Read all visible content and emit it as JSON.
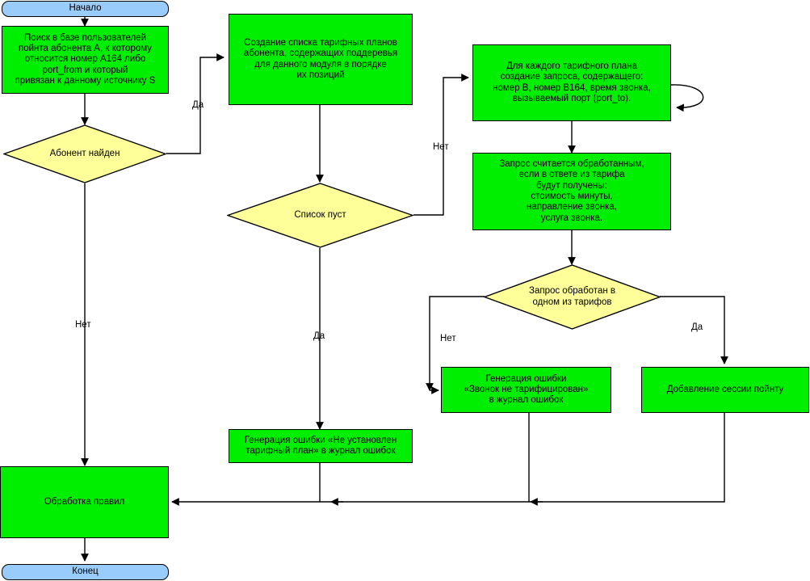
{
  "diagram": {
    "title": "Flowchart: call tariffication processing",
    "colors": {
      "process_fill": "#00ee00",
      "decision_fill": "#ffff99",
      "terminal_fill": "#99ccfa",
      "stroke": "#000000",
      "background": "#ffffff"
    },
    "nodes": {
      "start": {
        "label": "Начало",
        "shape": "terminal"
      },
      "search_user": {
        "label": "Поиск в базе пользователей\nпойнта абонента A, к которому\nотносится номер A164 либо\nport_from и который\nпривязан к данному источнику S",
        "shape": "process"
      },
      "subscriber_found": {
        "label": "Абонент найден",
        "shape": "decision"
      },
      "create_tariff_list": {
        "label": "Создание списка тарифных планов\nабонента, содержащих поддеревья\nдля данного модуля в порядке\nих позиций",
        "shape": "process"
      },
      "list_empty": {
        "label": "Список пуст",
        "shape": "decision"
      },
      "create_request": {
        "label": "Для каждого тарифного плана\nсоздание запроса, содержащего:\nномер B, номер B164, время звонка,\nвызываемый порт (port_to).",
        "shape": "process"
      },
      "request_processed_rule": {
        "label": "Запрос считается обработанным,\nесли в ответе из тарифа\nбудут получены:\nстоимость минуты,\nнаправление звонка,\nуслуга звонка.",
        "shape": "process"
      },
      "processed_in_tariff": {
        "label": "Запрос обработан в\nодном из тарифов",
        "shape": "decision"
      },
      "error_not_tariffed": {
        "label": "Генерация ошибки\n«Звонок не тарифицирован»\nв журнал ошибок",
        "shape": "process"
      },
      "add_session": {
        "label": "Добавление сессии пойнту",
        "shape": "process"
      },
      "error_no_tariff_plan": {
        "label": "Генерация ошибки «Не установлен\nтарифный план» в журнал ошибок",
        "shape": "process"
      },
      "rules_processing": {
        "label": "Обработка правил",
        "shape": "process"
      },
      "end": {
        "label": "Конец",
        "shape": "terminal"
      }
    },
    "edge_labels": {
      "found_yes": "Да",
      "found_no": "Нет",
      "empty_yes": "Да",
      "empty_no": "Нет",
      "processed_yes": "Да",
      "processed_no": "Нет"
    }
  }
}
